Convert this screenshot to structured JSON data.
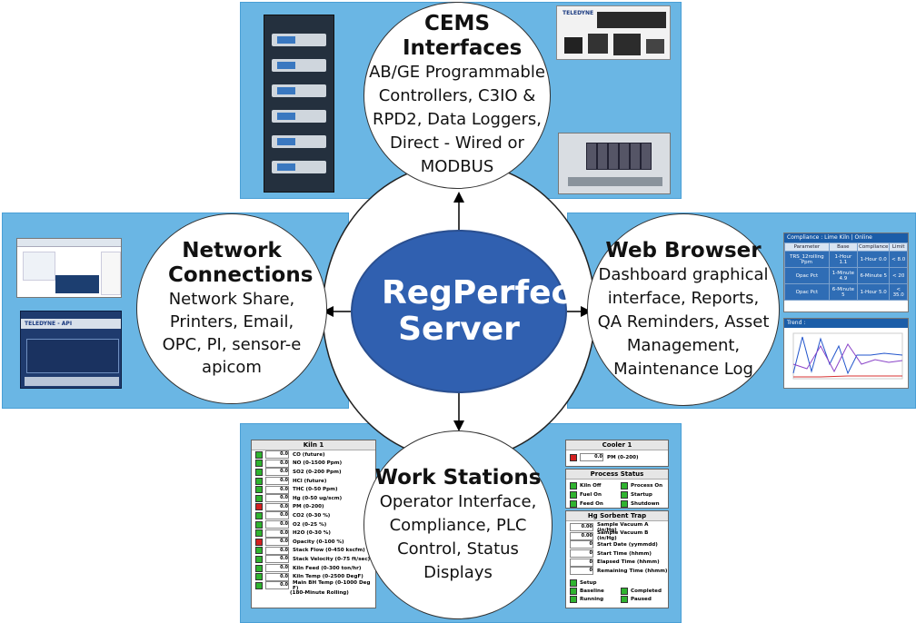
{
  "center": {
    "title": "RegPerfect Server"
  },
  "cems": {
    "title": "CEMS Interfaces",
    "body": "AB/GE Programmable Controllers, C3IO & RPD2, Data Loggers, Direct - Wired or MODBUS"
  },
  "network": {
    "title": "Network Connections",
    "body": "Network Share, Printers, Email, OPC, PI, sensor-e apicom"
  },
  "web": {
    "title": "Web Browser",
    "body": "Dashboard graphical interface, Reports, QA Reminders, Asset Management, Maintenance Log"
  },
  "workstations": {
    "title": "Work Stations",
    "body": "Operator Interface, Compliance, PLC Control, Status Displays"
  },
  "mock": {
    "device_brand": "TELEDYNE",
    "lcd_brand": "TELEDYNE - API",
    "compliance_header": "Compliance : Lime Kiln | Online",
    "compliance_cols": [
      "Parameter",
      "Base",
      "Compliance",
      "Limit"
    ],
    "compliance_rows": [
      [
        "TRS_12rolling Ppm",
        "1-Hour 1.1",
        "1-Hour 0.0",
        "< 8.0"
      ],
      [
        "Opac Pct",
        "1-Minute 4.9",
        "6-Minute 5",
        "< 20"
      ],
      [
        "Opac Pct",
        "6-Minute 5",
        "1-Hour 5.0",
        "< 35.0"
      ]
    ],
    "trend_header": "Trend :",
    "kiln": {
      "title": "Kiln 1",
      "rows": [
        {
          "status": "green",
          "value": "0.0",
          "label": "CO (future)"
        },
        {
          "status": "green",
          "value": "0.0",
          "label": "NO (0-1500 Ppm)"
        },
        {
          "status": "green",
          "value": "0.0",
          "label": "SO2 (0-200 Ppm)"
        },
        {
          "status": "green",
          "value": "0.0",
          "label": "HCl (future)"
        },
        {
          "status": "green",
          "value": "0.0",
          "label": "THC (0-50 Ppm)"
        },
        {
          "status": "green",
          "value": "0.0",
          "label": "Hg (0-50 ug/scm)"
        },
        {
          "status": "red",
          "value": "0.0",
          "label": "PM (0-200)"
        },
        {
          "status": "green",
          "value": "0.0",
          "label": "CO2 (0-30 %)"
        },
        {
          "status": "green",
          "value": "0.0",
          "label": "O2 (0-25 %)"
        },
        {
          "status": "green",
          "value": "0.0",
          "label": "H2O (0-30 %)"
        },
        {
          "status": "red",
          "value": "0.0",
          "label": "Opacity (0-100 %)"
        },
        {
          "status": "green",
          "value": "0.0",
          "label": "Stack Flow (0-450 kscfm)"
        },
        {
          "status": "green",
          "value": "0.0",
          "label": "Stack Velocity (0-75 ft/sec)"
        },
        {
          "status": "green",
          "value": "0.0",
          "label": "Kiln Feed (0-300 ton/hr)"
        },
        {
          "status": "green",
          "value": "0.0",
          "label": "Kiln Temp (0-2500 DegF)"
        },
        {
          "status": "green",
          "value": "0.0",
          "label": "Main BH Temp (0-1000 Deg F)"
        }
      ],
      "footnote": "(180-Minute Rolling)"
    },
    "cooler": {
      "title": "Cooler 1",
      "row": {
        "status": "red",
        "value": "0.0",
        "label": "PM (0-200)"
      },
      "process_title": "Process Status",
      "process": [
        "Kiln Off",
        "Process On",
        "Fuel On",
        "Startup",
        "Feed On",
        "Shutdown"
      ],
      "hg_title": "Hg Sorbent Trap",
      "hg_rows": [
        {
          "value": "0.00",
          "label": "Sample Vacuum A (in/Hg)"
        },
        {
          "value": "0.00",
          "label": "Sample Vacuum B (in/Hg)"
        },
        {
          "value": "0",
          "label": "Start Date (yymmdd)"
        },
        {
          "value": "0",
          "label": "Start Time (hhmm)"
        },
        {
          "value": "0",
          "label": "Elapsed Time (hhmm)"
        },
        {
          "value": "0",
          "label": "Remaining Time (hhmm)"
        }
      ],
      "modes": [
        "Setup",
        "Baseline",
        "Completed",
        "Running",
        "Paused"
      ]
    }
  },
  "colors": {
    "panel": "#6ab6e4",
    "center": "#3060b0",
    "ok": "#2fb32f",
    "alarm": "#d42020"
  }
}
